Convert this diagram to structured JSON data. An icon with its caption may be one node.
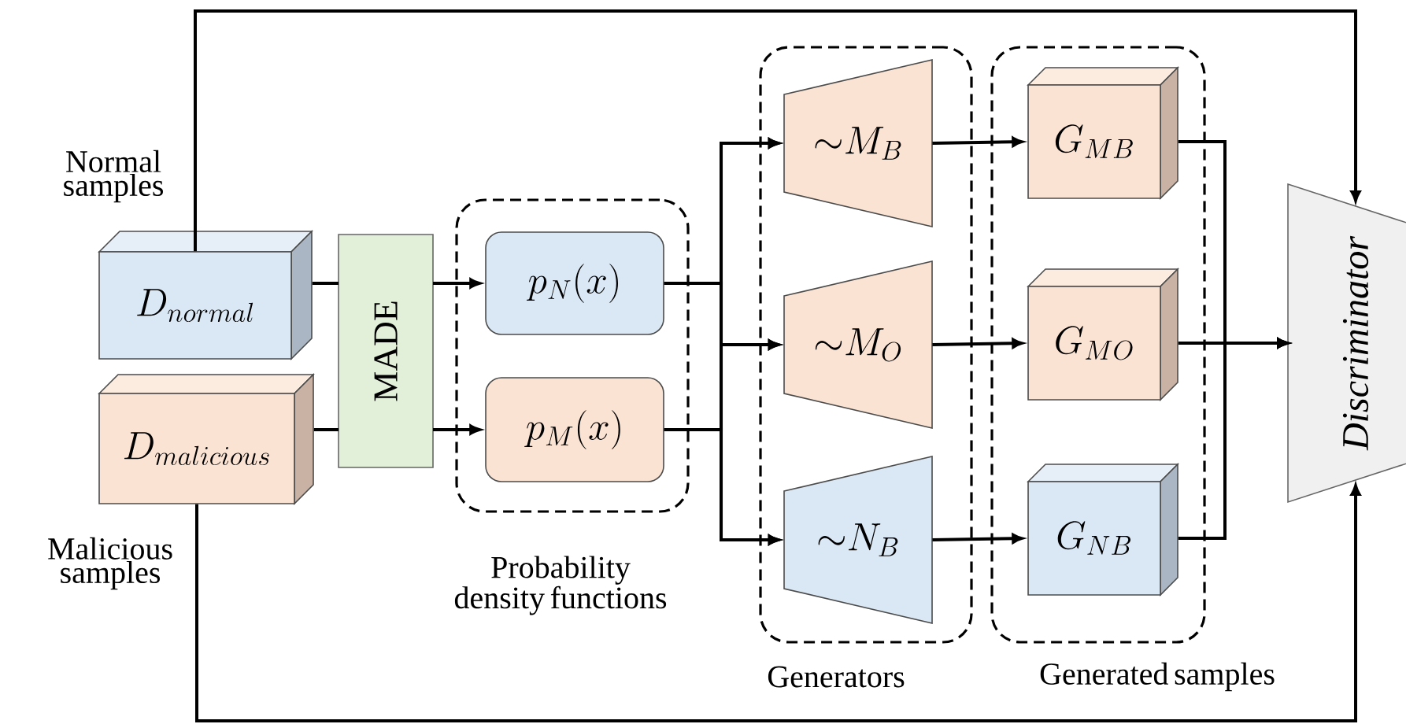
{
  "diagram": {
    "nodes": [
      {
        "text": [
          "D_{normal}"
        ],
        "beside": [
          "Normal samples"
        ]
      },
      {
        "text": [
          "D_{malicious}"
        ],
        "beside": [
          "Malicious samples"
        ]
      },
      {
        "text": [
          "MADE"
        ]
      },
      {
        "text": [
          "Probability density functions"
        ]
      },
      {
        "text": [
          "p_{N}(x)"
        ],
        "in": 3
      },
      {
        "text": [
          "p_{M}(x)"
        ],
        "in": 3
      },
      {
        "text": [
          "Generators"
        ]
      },
      {
        "text": [
          "{\\sim}M_{B}"
        ],
        "in": 6
      },
      {
        "text": [
          "{\\sim}M_{O}"
        ],
        "in": 6
      },
      {
        "text": [
          "{\\sim}N_{B}"
        ],
        "in": 6
      },
      {
        "text": [
          "Generated samples"
        ]
      },
      {
        "text": [
          "G_{MB}"
        ],
        "in": 10
      },
      {
        "text": [
          "G_{MO}"
        ],
        "in": 10
      },
      {
        "text": [
          "G_{NB}"
        ],
        "in": 10
      },
      {
        "text": [
          "Discriminator"
        ]
      }
    ],
    "edges": [
      {
        "from": 0,
        "to": 2,
        "arrow": "none"
      },
      {
        "from": 1,
        "to": 2,
        "arrow": "none"
      },
      {
        "from": 2,
        "to": 4,
        "arrow": "to"
      },
      {
        "from": 2,
        "to": 5,
        "arrow": "to"
      },
      {
        "from": 4,
        "to": 7,
        "arrow": "to"
      },
      {
        "from": 4,
        "to": 8,
        "arrow": "to"
      },
      {
        "from": 4,
        "to": 9,
        "arrow": "to"
      },
      {
        "from": 5,
        "to": 7,
        "arrow": "to"
      },
      {
        "from": 5,
        "to": 8,
        "arrow": "to"
      },
      {
        "from": 5,
        "to": 9,
        "arrow": "to"
      },
      {
        "from": 7,
        "to": 11,
        "arrow": "to"
      },
      {
        "from": 8,
        "to": 12,
        "arrow": "to"
      },
      {
        "from": 9,
        "to": 13,
        "arrow": "to"
      },
      {
        "from": 11,
        "to": 14,
        "arrow": "to"
      },
      {
        "from": 12,
        "to": 14,
        "arrow": "to"
      },
      {
        "from": 13,
        "to": 14,
        "arrow": "to"
      },
      {
        "from": 0,
        "to": 14,
        "arrow": "to"
      },
      {
        "from": 1,
        "to": 14,
        "arrow": "to"
      }
    ]
  }
}
